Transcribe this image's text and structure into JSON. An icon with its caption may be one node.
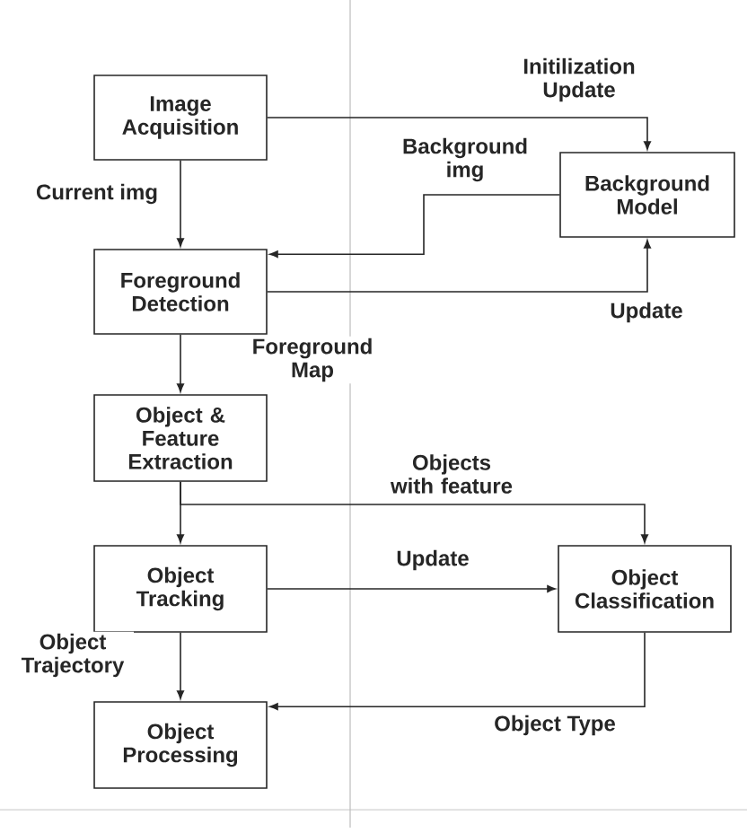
{
  "diagram": {
    "nodes": [
      {
        "text": [
          "Image Acquisition"
        ]
      },
      {
        "text": [
          "Background Model"
        ]
      },
      {
        "text": [
          "Foreground Detection"
        ]
      },
      {
        "text": [
          "Object & Feature Extraction"
        ]
      },
      {
        "text": [
          "Object Tracking"
        ]
      },
      {
        "text": [
          "Object Classification"
        ]
      },
      {
        "text": [
          "Object Processing"
        ]
      }
    ],
    "edges": [
      {
        "from": 0,
        "to": 1,
        "arrow": "to",
        "label": "Initilization Update"
      },
      {
        "from": 0,
        "to": 2,
        "arrow": "to",
        "label": "Current img"
      },
      {
        "from": 1,
        "to": 2,
        "arrow": "to",
        "label": "Background img"
      },
      {
        "from": 2,
        "to": 1,
        "arrow": "to",
        "label": "Update"
      },
      {
        "from": 2,
        "to": 3,
        "arrow": "to",
        "label": "Foreground Map"
      },
      {
        "from": 3,
        "to": 4,
        "arrow": "to"
      },
      {
        "from": 3,
        "to": 5,
        "arrow": "to",
        "label": "Objects with feature"
      },
      {
        "from": 4,
        "to": 5,
        "arrow": "to",
        "label": "Update"
      },
      {
        "from": 4,
        "to": 6,
        "arrow": "to",
        "label": "Object Trajectory"
      },
      {
        "from": 5,
        "to": 6,
        "arrow": "to",
        "label": "Object Type"
      }
    ]
  }
}
